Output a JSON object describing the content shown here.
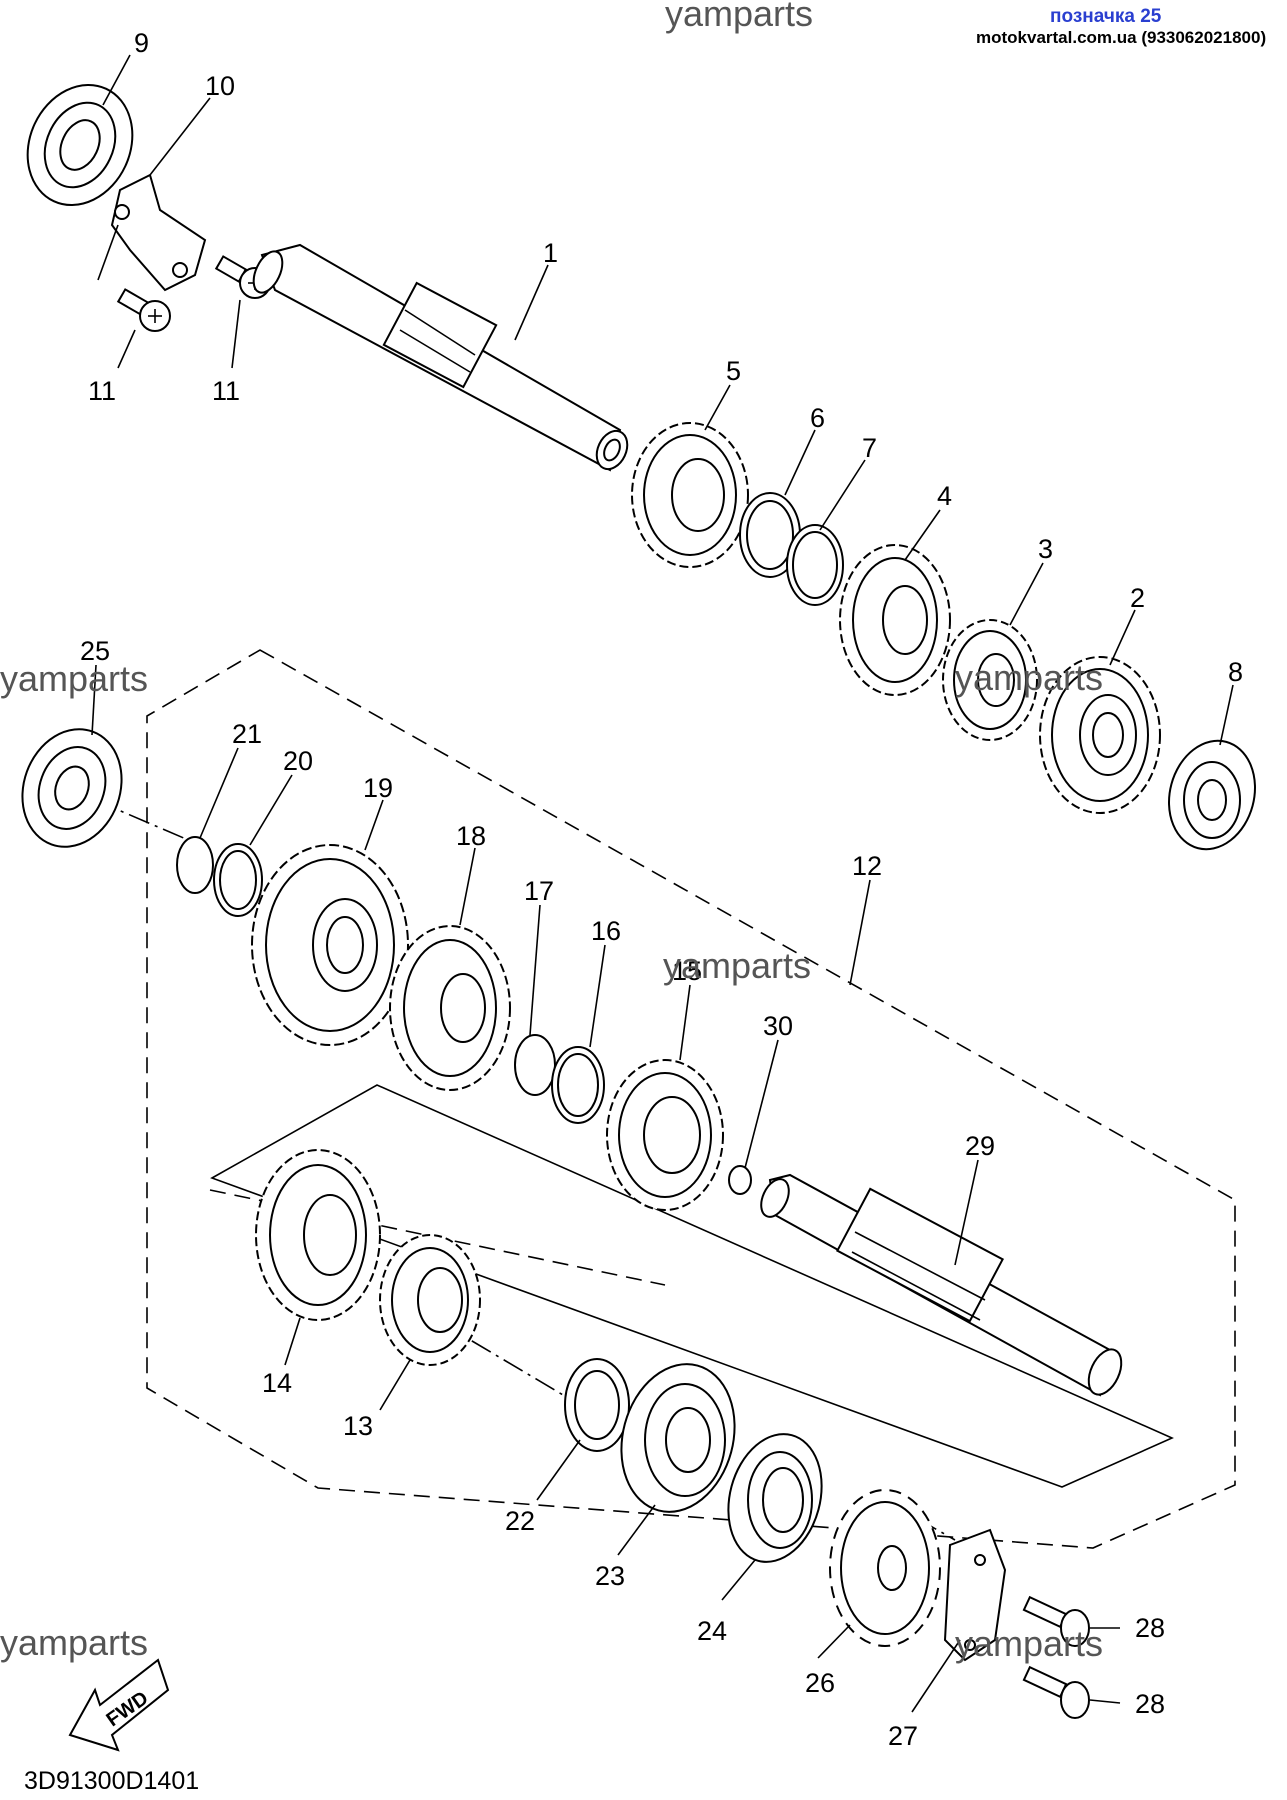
{
  "header": {
    "watermark_top": "yamparts",
    "tag": "позначка 25",
    "site": "motokvartal.com.ua (933062021800)"
  },
  "watermarks": [
    "yamparts",
    "yamparts",
    "yamparts",
    "yamparts",
    "yamparts"
  ],
  "callouts": {
    "p1": "1",
    "p2": "2",
    "p3": "3",
    "p4": "4",
    "p5": "5",
    "p6": "6",
    "p7": "7",
    "p8": "8",
    "p9": "9",
    "p10": "10",
    "p11a": "11",
    "p11b": "11",
    "p12": "12",
    "p13": "13",
    "p14": "14",
    "p15": "15",
    "p16": "16",
    "p17": "17",
    "p18": "18",
    "p19": "19",
    "p20": "20",
    "p21": "21",
    "p22": "22",
    "p23": "23",
    "p24": "24",
    "p25": "25",
    "p26": "26",
    "p27": "27",
    "p28a": "28",
    "p28b": "28",
    "p29": "29",
    "p30": "30"
  },
  "fwd_badge": "FWD",
  "diagram_code": "3D91300D1401"
}
